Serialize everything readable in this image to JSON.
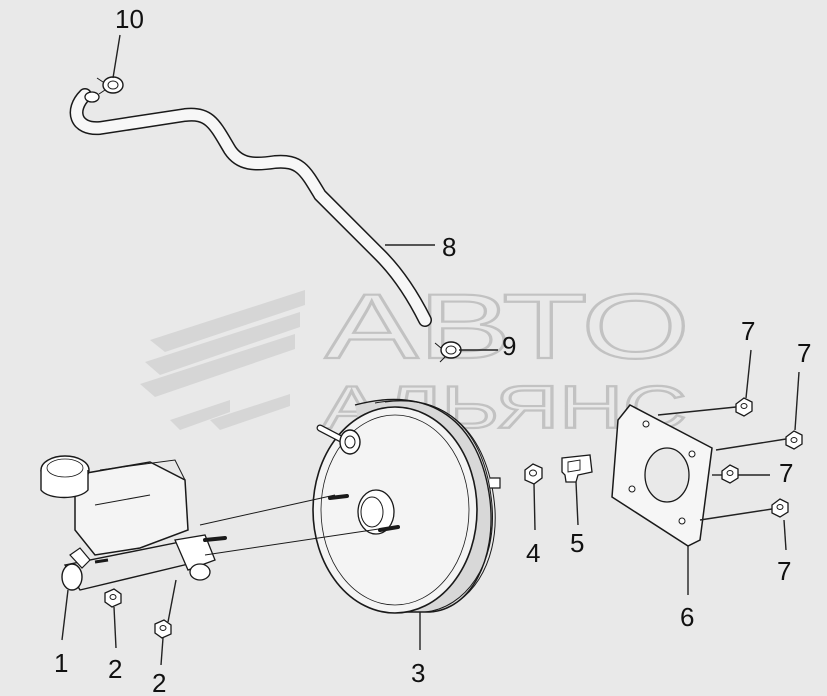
{
  "diagram": {
    "watermark": {
      "line1": "АВТО",
      "line2": "АЛЬЯНС"
    },
    "callouts": [
      {
        "text": "10"
      },
      {
        "text": "8"
      },
      {
        "text": "9"
      },
      {
        "text": "7"
      },
      {
        "text": "7"
      },
      {
        "text": "7"
      },
      {
        "text": "7"
      },
      {
        "text": "1"
      },
      {
        "text": "2"
      },
      {
        "text": "2"
      },
      {
        "text": "3"
      },
      {
        "text": "4"
      },
      {
        "text": "5"
      },
      {
        "text": "6"
      }
    ]
  }
}
